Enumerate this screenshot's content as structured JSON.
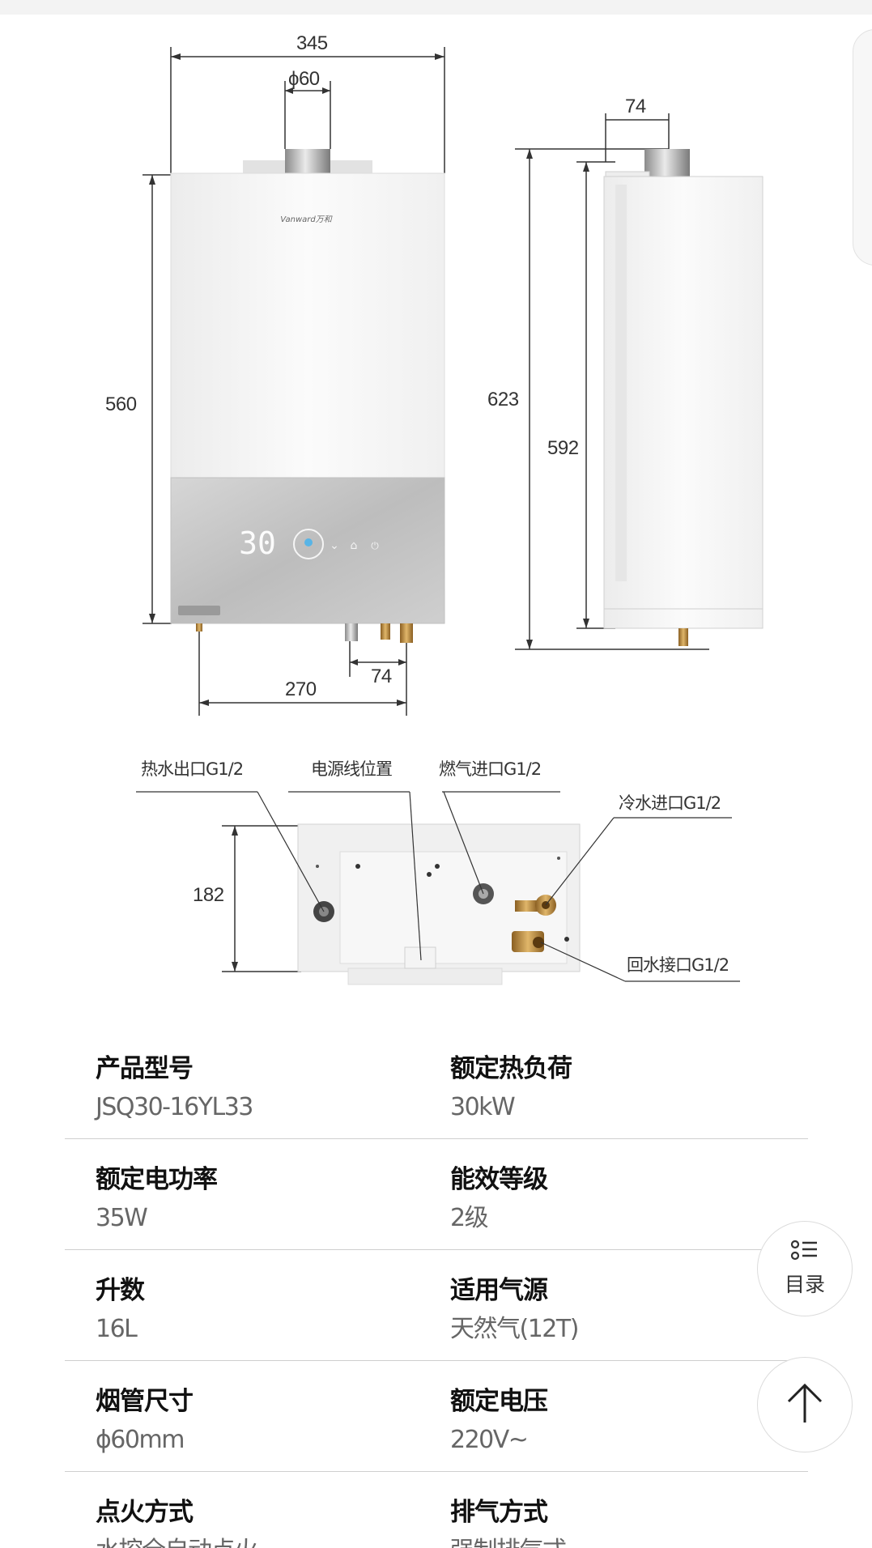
{
  "front_view": {
    "width_top": "345",
    "flue_diameter": "ϕ60",
    "height": "560",
    "bottom_width": "270",
    "pipe_spacing": "74"
  },
  "side_view": {
    "flue_offset": "74",
    "total_height": "623",
    "body_height": "592"
  },
  "bottom_view": {
    "height": "182",
    "callouts": {
      "hot_water_outlet": "热水出口G1/2",
      "power_cord_position": "电源线位置",
      "gas_inlet": "燃气进口G1/2",
      "cold_water_inlet": "冷水进口G1/2",
      "return_water_port": "回水接口G1/2"
    }
  },
  "specs": [
    {
      "left": {
        "label": "产品型号",
        "value": "JSQ30-16YL33"
      },
      "right": {
        "label": "额定热负荷",
        "value": "30kW"
      }
    },
    {
      "left": {
        "label": "额定电功率",
        "value": "35W"
      },
      "right": {
        "label": "能效等级",
        "value": "2级"
      }
    },
    {
      "left": {
        "label": "升数",
        "value": "16L"
      },
      "right": {
        "label": "适用气源",
        "value": "天然气(12T)"
      }
    },
    {
      "left": {
        "label": "烟管尺寸",
        "value": "ϕ60mm"
      },
      "right": {
        "label": "额定电压",
        "value": "220V~"
      }
    },
    {
      "left": {
        "label": "点火方式",
        "value": "水控全自动点火"
      },
      "right": {
        "label": "排气方式",
        "value": "强制排气式"
      }
    }
  ],
  "floating": {
    "toc_label": "目录",
    "toc_icon": "list-icon",
    "top_icon": "arrow-up-icon"
  },
  "colors": {
    "line": "#333333",
    "heater_body": "#f4f4f4",
    "control_panel": "#c8c8c8",
    "brass": "#b8893e"
  }
}
